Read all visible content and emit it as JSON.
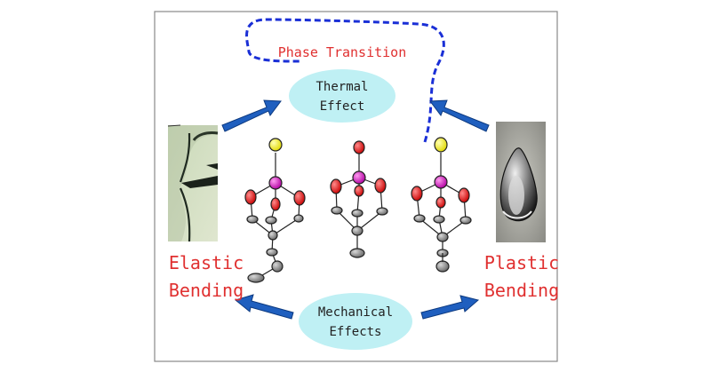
{
  "phase_transition": {
    "label": "Phase Transition",
    "color": "#e03030",
    "line_color": "#1a2fd6"
  },
  "thermal": {
    "line1": "Thermal",
    "line2": "Effect",
    "fill": "#bff0f4"
  },
  "mechanical": {
    "line1": "Mechanical",
    "line2": "Effects",
    "fill": "#bff0f4"
  },
  "elastic": {
    "line1": "Elastic",
    "line2": "Bending",
    "color": "#e03030"
  },
  "plastic": {
    "line1": "Plastic",
    "line2": "Bending",
    "color": "#e03030"
  },
  "arrow_color": "#1f5fbf",
  "atom_colors": {
    "oxygen": "#e01010",
    "phosphorus": "#d020c0",
    "sulfur": "#f4f020",
    "carbon": "#8a8a8a"
  }
}
